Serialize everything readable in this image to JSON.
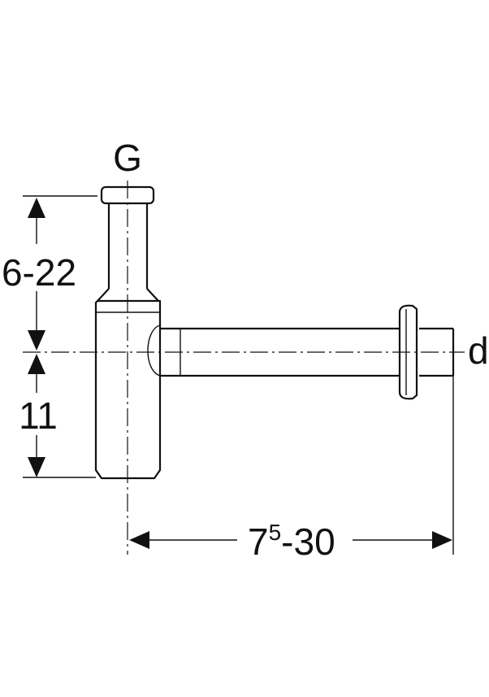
{
  "labels": {
    "connection": "G",
    "pipe_diameter": "d",
    "height_adjust": "6-22",
    "outlet_height": "11",
    "length_base": "7",
    "length_sup": "5",
    "length_rest": "-30"
  }
}
